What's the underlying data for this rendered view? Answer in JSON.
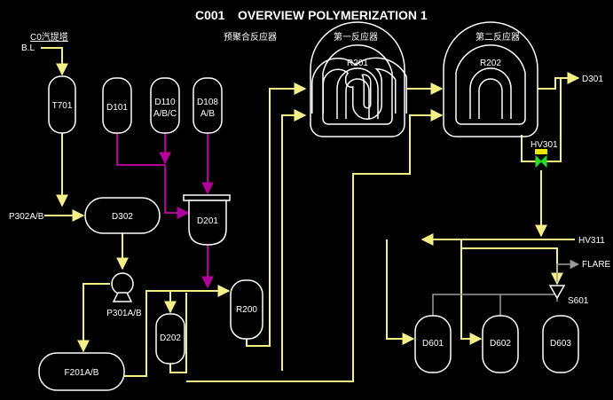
{
  "header": {
    "code": "C001",
    "title": "OVERVIEW POLYMERIZATION 1"
  },
  "section_labels": {
    "prepoly": "预聚合反应器",
    "first": "第一反应器",
    "second": "第二反应器",
    "bl_source": "C0汽提塔"
  },
  "streams": {
    "bl": "B.L",
    "p302": "P302A/B",
    "hv311": "HV311",
    "flare": "FLARE",
    "d301": "D301"
  },
  "vessels": {
    "t701": "T701",
    "d101": "D101",
    "d110": [
      "D110",
      "A/B/C"
    ],
    "d108": [
      "D108",
      "A/B"
    ],
    "d302": "D302",
    "d201": "D201",
    "r200": "R200",
    "d202": "D202",
    "f201": "F201A/B",
    "p301": "P301A/B",
    "r201": "R201",
    "r202": "R202",
    "d601": "D601",
    "d602": "D602",
    "d603": "D603"
  },
  "valves": {
    "hv301": "HV301",
    "s601": "S601"
  },
  "colors": {
    "process_line": "#f4f088",
    "catalyst_line": "#b0009a",
    "flare_line": "#9a9a9a",
    "valve_open": "#22dd22",
    "valve_actuator": "#e8e800"
  }
}
